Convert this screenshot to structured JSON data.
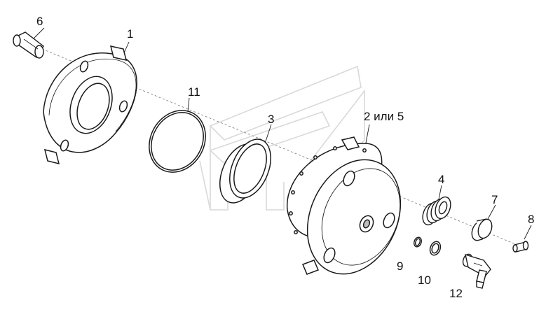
{
  "diagram": {
    "callouts": [
      {
        "id": "c1",
        "text": "1"
      },
      {
        "id": "c2",
        "text": "2 или 5"
      },
      {
        "id": "c3",
        "text": "3"
      },
      {
        "id": "c4",
        "text": "4"
      },
      {
        "id": "c6",
        "text": "6"
      },
      {
        "id": "c7",
        "text": "7"
      },
      {
        "id": "c8",
        "text": "8"
      },
      {
        "id": "c9",
        "text": "9"
      },
      {
        "id": "c10",
        "text": "10"
      },
      {
        "id": "c11",
        "text": "11"
      },
      {
        "id": "c12",
        "text": "12"
      }
    ],
    "colors": {
      "line": "#1a1a1a",
      "part_fill": "#ffffff",
      "shade": "#bdbdbd",
      "watermark": "#d9d9d9"
    }
  }
}
